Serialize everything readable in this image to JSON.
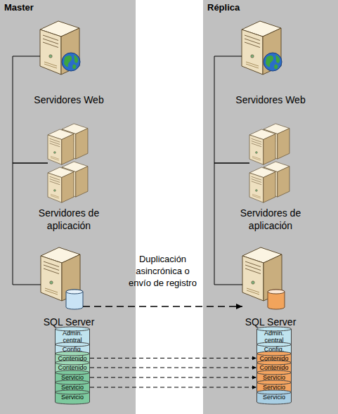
{
  "diagram": {
    "nodes": [
      {
        "text": [
          "Master"
        ]
      },
      {
        "text": [
          "Servidores Web"
        ],
        "in": 0
      },
      {
        "text": [
          "Servidores de aplicación"
        ],
        "in": 0
      },
      {
        "text": [
          "SQL Server"
        ],
        "in": 0
      },
      {
        "text": [
          "Admin. central"
        ],
        "in": 0
      },
      {
        "text": [
          "Config."
        ],
        "in": 0
      },
      {
        "text": [
          "Contenido"
        ],
        "in": 0
      },
      {
        "text": [
          "Contenido"
        ],
        "in": 0
      },
      {
        "text": [
          "Servicio"
        ],
        "in": 0
      },
      {
        "text": [
          "Servicio"
        ],
        "in": 0
      },
      {
        "text": [
          "Servicio"
        ],
        "in": 0
      },
      {
        "text": [
          "Réplica"
        ]
      },
      {
        "text": [
          "Servidores Web"
        ],
        "in": 11
      },
      {
        "text": [
          "Servidores de aplicación"
        ],
        "in": 11
      },
      {
        "text": [
          "SQL Server"
        ],
        "in": 11
      },
      {
        "text": [
          "Admin. central"
        ],
        "in": 11
      },
      {
        "text": [
          "Config."
        ],
        "in": 11
      },
      {
        "text": [
          "Contenido"
        ],
        "in": 11
      },
      {
        "text": [
          "Contenido"
        ],
        "in": 11
      },
      {
        "text": [
          "Servicio"
        ],
        "in": 11
      },
      {
        "text": [
          "Servicio"
        ],
        "in": 11
      },
      {
        "text": [
          "Servicio"
        ],
        "in": 11
      }
    ],
    "edges": [
      {
        "from": 1,
        "to": 2,
        "arrow": "none"
      },
      {
        "from": 2,
        "to": 3,
        "arrow": "none"
      },
      {
        "from": 12,
        "to": 13,
        "arrow": "none"
      },
      {
        "from": 13,
        "to": 14,
        "arrow": "none"
      },
      {
        "from": 3,
        "to": 14,
        "label": "Duplicación asincrónica o envío de registro",
        "arrow": "to"
      },
      {
        "from": 6,
        "to": 17,
        "arrow": "to"
      },
      {
        "from": 7,
        "to": 18,
        "arrow": "to"
      },
      {
        "from": 8,
        "to": 19,
        "arrow": "to"
      },
      {
        "from": 9,
        "to": 20,
        "arrow": "to"
      }
    ]
  }
}
